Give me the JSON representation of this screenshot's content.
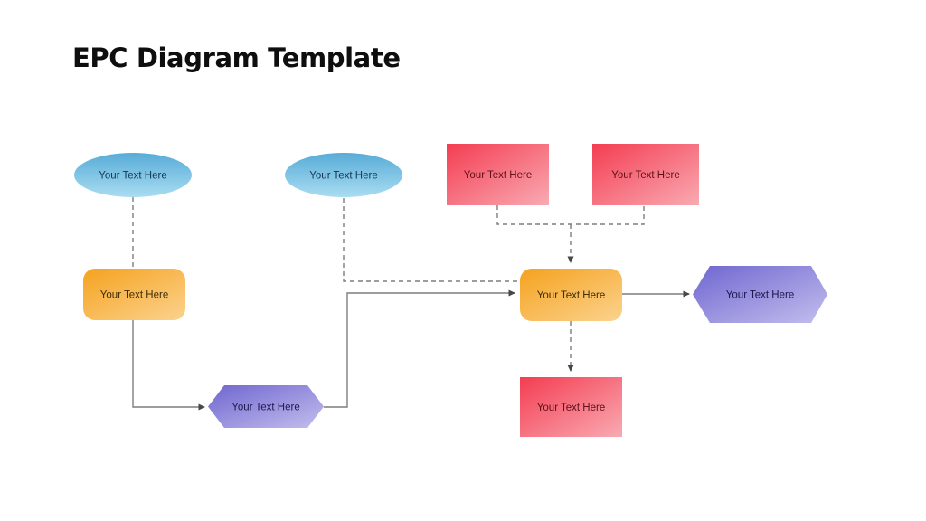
{
  "slide": {
    "title": "EPC Diagram Template"
  },
  "colors": {
    "background": "#ffffff",
    "title_text": "#0e0e0e",
    "blue_top": "#58acd8",
    "blue_bottom": "#a9dcf1",
    "blue_text": "#163850",
    "orange_dark": "#f5a21f",
    "orange_light": "#fbd089",
    "orange_text": "#3f2f08",
    "red_dark": "#f43d52",
    "red_light": "#f9aab2",
    "red_text": "#5e1219",
    "purple_dark": "#6f66cf",
    "purple_light": "#c3beee",
    "purple_text": "#1e1850",
    "connector": "#7d7d7d",
    "arrowhead": "#474747"
  },
  "nodes": [
    {
      "id": "event-ellipse-1",
      "shape": "ellipse",
      "color": "blue",
      "label": "Your Text Here"
    },
    {
      "id": "event-ellipse-2",
      "shape": "ellipse",
      "color": "blue",
      "label": "Your Text Here"
    },
    {
      "id": "input-box-1",
      "shape": "rect",
      "color": "red",
      "label": "Your Text Here"
    },
    {
      "id": "input-box-2",
      "shape": "rect",
      "color": "red",
      "label": "Your Text Here"
    },
    {
      "id": "function-box-1",
      "shape": "rounded-rect",
      "color": "orange",
      "label": "Your Text Here"
    },
    {
      "id": "function-box-2",
      "shape": "rounded-rect",
      "color": "orange",
      "label": "Your Text Here"
    },
    {
      "id": "path-hexagon-1",
      "shape": "hexagon",
      "color": "purple",
      "label": "Your Text Here"
    },
    {
      "id": "path-hexagon-2",
      "shape": "hexagon",
      "color": "purple",
      "label": "Your Text Here"
    },
    {
      "id": "output-box-1",
      "shape": "rect",
      "color": "red",
      "label": "Your Text Here"
    }
  ]
}
